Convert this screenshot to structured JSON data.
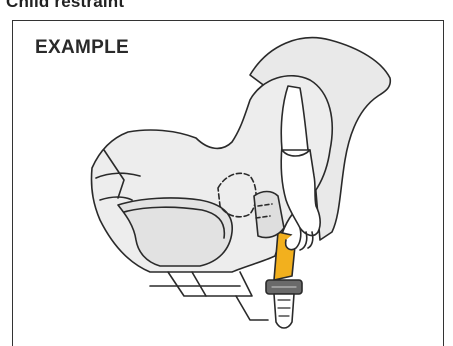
{
  "document": {
    "heading": "Child restraint",
    "example_label": "EXAMPLE"
  },
  "illustration": {
    "subject": "child-seat-latch-illustration",
    "colors": {
      "outline": "#2a2a2a",
      "seat_fill": "#e9e9e9",
      "seat_shade": "#dcdcdc",
      "hand_fill": "#ffffff",
      "strap_fill": "#f2b01e",
      "buckle_fill": "#6a6a6a"
    }
  }
}
